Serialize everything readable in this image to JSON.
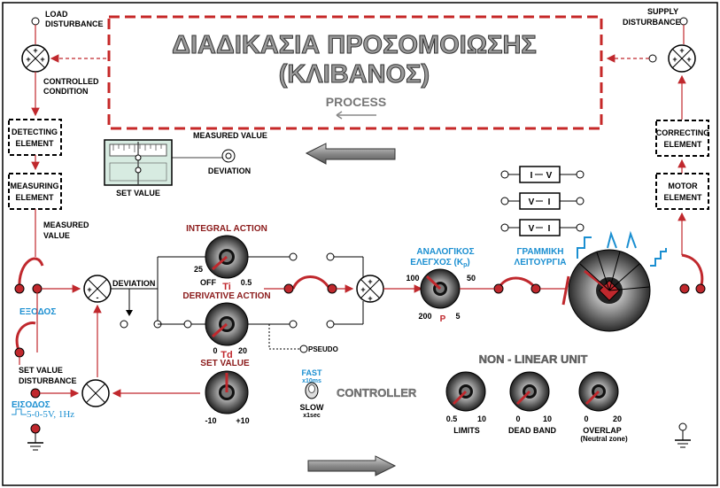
{
  "process": {
    "title_line1": "ΔΙΑΔΙΚΑΣΙΑ ΠΡΟΣΟΜΟΙΩΣΗΣ",
    "title_line2": "(ΚΛΙΒΑΝΟΣ)",
    "label": "PROCESS"
  },
  "left_chain": {
    "load_disturbance": [
      "LOAD",
      "DISTURBANCE"
    ],
    "controlled_condition": [
      "CONTROLLED",
      "CONDITION"
    ],
    "detecting_element": [
      "DETECTING",
      "ELEMENT"
    ],
    "measuring_element": [
      "MEASURING",
      "ELEMENT"
    ],
    "measured_value": [
      "MEASURED",
      "VALUE"
    ],
    "output": "ΕΞΟΔΟΣ",
    "set_value_disturbance": [
      "SET VALUE",
      "DISTURBANCE"
    ],
    "input": "ΕΙΣΟΔΟΣ",
    "input_signal": "5-0-5V, 1Hz"
  },
  "right_chain": {
    "supply_disturbance": [
      "SUPPLY",
      "DISTURBANCE"
    ],
    "correcting_element": [
      "CORRECTING",
      "ELEMENT"
    ],
    "motor_element": [
      "MOTOR",
      "ELEMENT"
    ]
  },
  "meter": {
    "measured_value": "MEASURED VALUE",
    "deviation": "DEVIATION",
    "set_value": "SET VALUE"
  },
  "controller": {
    "deviation": "DEVIATION",
    "integral_action": "INTEGRAL  ACTION",
    "integral_min": "25",
    "integral_off": "OFF",
    "integral_max": "0.5",
    "integral_symbol": "Ti",
    "derivative_action": "DERIVATIVE ACTION",
    "derivative_min": "0",
    "derivative_max": "20",
    "derivative_symbol": "Td",
    "pseudo": "PSEUDO",
    "set_value": "SET VALUE",
    "set_min": "-10",
    "set_max": "+10",
    "proportional_line1": "ΑΝΑΛΟΓΙΚΟΣ",
    "proportional_line2": "ΕΛΕΓΧΟΣ (K",
    "proportional_sub": "p",
    "proportional_close": ")",
    "p_100": "100",
    "p_50": "50",
    "p_200": "200",
    "p_5": "5",
    "p_symbol": "P",
    "linear_line1": "ΓΡΑΜΜΙΚΗ",
    "linear_line2": "ΛΕΙΤΟΥΡΓΙΑ",
    "fast": "FAST",
    "fast_sub": "x10ms",
    "slow": "SLOW",
    "slow_sub": "x1sec",
    "label": "CONTROLLER"
  },
  "converters": [
    "I",
    "V",
    "V",
    "I",
    "V",
    "I"
  ],
  "nonlinear": {
    "title": "NON - LINEAR UNIT",
    "limits": "LIMITS",
    "limits_min": "0.5",
    "limits_max": "10",
    "dead_band": "DEAD BAND",
    "dead_min": "0",
    "dead_max": "10",
    "overlap": "OVERLAP",
    "overlap_min": "0",
    "overlap_max": "20",
    "overlap_note": "(Neutral zone)"
  },
  "colors": {
    "red": "#c0282d",
    "blue": "#1b8fd1",
    "process_border": "#c62828",
    "arrow_gray": "#7a7a7a",
    "maroon": "#8b1a1a"
  }
}
